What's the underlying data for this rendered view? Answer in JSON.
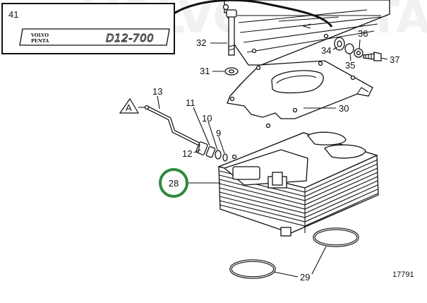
{
  "watermark": "VOLVO PENTA",
  "inset": {
    "number": "41",
    "brand_line1": "VOLVO",
    "brand_line2": "PENTA",
    "model": "D12-700"
  },
  "callouts": {
    "c9": "9",
    "c10": "10",
    "c11": "11",
    "c12": "12",
    "c13": "13",
    "c28": "28",
    "c29": "29",
    "c30": "30",
    "c31": "31",
    "c32": "32",
    "c34": "34",
    "c35": "35",
    "c36": "36",
    "c37": "37"
  },
  "reference_marker": "A",
  "highlight_color": "#2e8a3e",
  "drawing_number": "17791"
}
